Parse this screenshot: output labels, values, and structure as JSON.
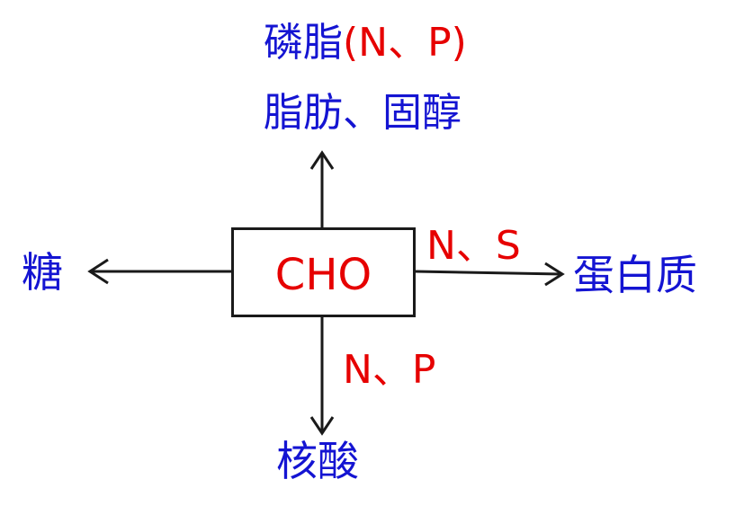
{
  "center": {
    "label": "CHO"
  },
  "top": {
    "line1_prefix": "磷脂",
    "line1_elements": "(N、P)",
    "line2": "脂肪、固醇"
  },
  "left": {
    "label": "糖"
  },
  "right": {
    "elements": "N、S",
    "label": "蛋白质"
  },
  "bottom": {
    "elements": "N、P",
    "label": "核酸"
  },
  "colors": {
    "product": "#1414d2",
    "element": "#e60000",
    "line": "#1a1a1a"
  }
}
